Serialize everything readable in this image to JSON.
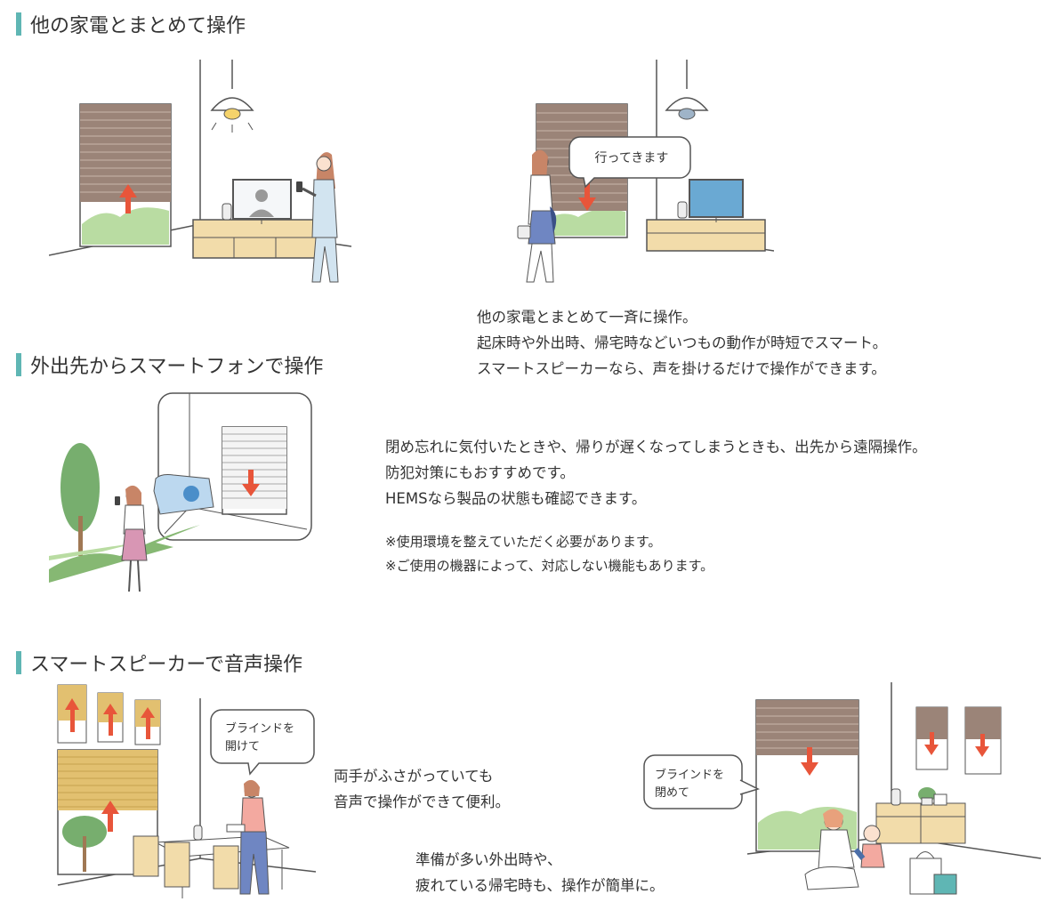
{
  "section1": {
    "heading": "他の家電とまとめて操作",
    "bubble": "行ってきます",
    "text": [
      "他の家電とまとめて一斉に操作。",
      "起床時や外出時、帰宅時などいつもの動作が時短でスマート。",
      "スマートスピーカーなら、声を掛けるだけで操作ができます。"
    ]
  },
  "section2": {
    "heading": "外出先からスマートフォンで操作",
    "text": [
      "閉め忘れに気付いたときや、帰りが遅くなってしまうときも、出先から遠隔操作。",
      "防犯対策にもおすすめです。",
      "HEMSなら製品の状態も確認できます。"
    ],
    "notes": [
      "※使用環境を整えていただく必要があります。",
      "※ご使用の機器によって、対応しない機能もあります。"
    ]
  },
  "section3": {
    "heading": "スマートスピーカーで音声操作",
    "bubble_open": [
      "ブラインドを",
      "開けて"
    ],
    "bubble_close": [
      "ブラインドを",
      "閉めて"
    ],
    "text1": [
      "両手がふさがっていても",
      "音声で操作ができて便利。"
    ],
    "text2": [
      "準備が多い外出時や、",
      "疲れている帰宅時も、操作が簡単に。"
    ]
  },
  "colors": {
    "accent_bar": "#5fb6b4",
    "arrow": "#e8553a",
    "shutter": "#9b8478",
    "blind": "#e2c070",
    "furniture": "#f2dcaa",
    "grass": "#b9dca2"
  }
}
